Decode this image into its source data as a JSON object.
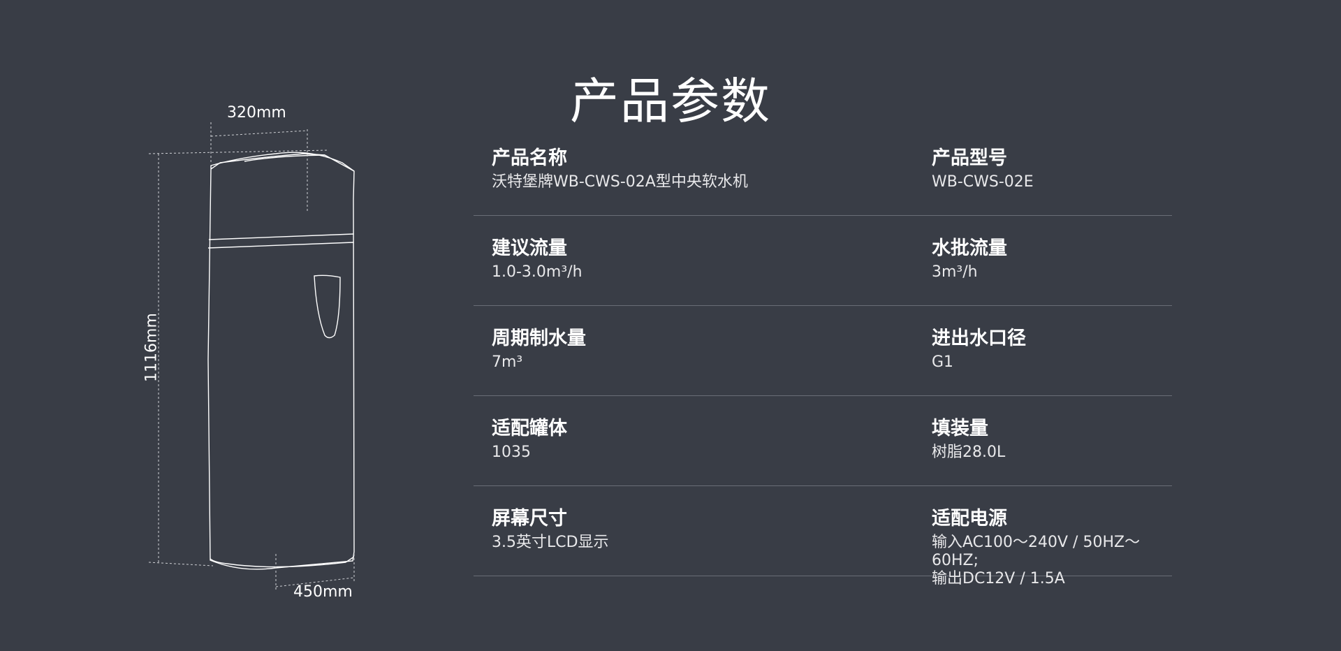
{
  "page": {
    "title": "产品参数"
  },
  "diagram": {
    "width_label": "320mm",
    "height_label": "1116mm",
    "depth_label": "450mm"
  },
  "specs": {
    "rows": [
      {
        "left": {
          "label": "产品名称",
          "value": "沃特堡牌WB-CWS-02A型中央软水机"
        },
        "right": {
          "label": "产品型号",
          "value": "WB-CWS-02E"
        }
      },
      {
        "left": {
          "label": "建议流量",
          "value": "1.0-3.0m³/h"
        },
        "right": {
          "label": "水批流量",
          "value": "3m³/h"
        }
      },
      {
        "left": {
          "label": "周期制水量",
          "value": "7m³"
        },
        "right": {
          "label": "进出水口径",
          "value": "G1"
        }
      },
      {
        "left": {
          "label": "适配罐体",
          "value": "1035"
        },
        "right": {
          "label": "填装量",
          "value": "树脂28.0L"
        }
      },
      {
        "left": {
          "label": "屏幕尺寸",
          "value": "3.5英寸LCD显示"
        },
        "right": {
          "label": "适配电源",
          "value": "输入AC100～240V / 50HZ～60HZ;\n输出DC12V / 1.5A"
        }
      }
    ]
  }
}
